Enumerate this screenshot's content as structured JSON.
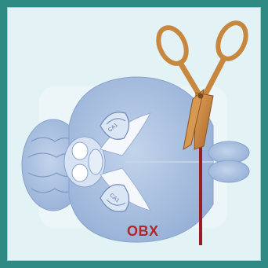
{
  "label": {
    "text": "OBX",
    "color": "#b3262a"
  },
  "brain_labels": {
    "upper": "CA1",
    "lower": "CA1"
  },
  "colors": {
    "frame": "#2f8a83",
    "panel": "#e3f2f4",
    "brain": "#a9bede",
    "cut_line": "#9b1b22",
    "scissors": "#c8873e"
  },
  "icons": {
    "scissors": "scissors-icon",
    "brain": "mouse-brain-dorsal-view"
  }
}
